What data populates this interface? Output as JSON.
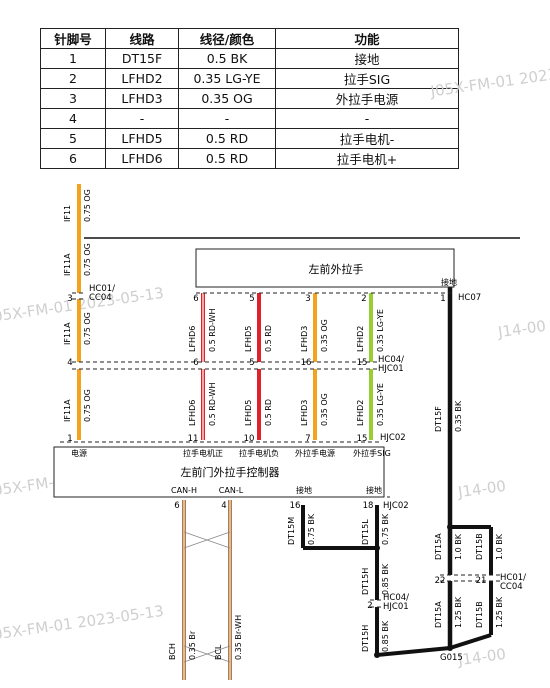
{
  "table": {
    "headers": [
      "针脚号",
      "线路",
      "线径/颜色",
      "功能"
    ],
    "rows": [
      [
        "1",
        "DT15F",
        "0.5 BK",
        "接地"
      ],
      [
        "2",
        "LFHD2",
        "0.35 LG-YE",
        "拉手SIG"
      ],
      [
        "3",
        "LFHD3",
        "0.35 OG",
        "外拉手电源"
      ],
      [
        "4",
        "-",
        "-",
        "-"
      ],
      [
        "5",
        "LFHD5",
        "0.5 RD",
        "拉手电机-"
      ],
      [
        "6",
        "LFHD6",
        "0.5 RD",
        "拉手电机+"
      ]
    ]
  },
  "diagram": {
    "components": {
      "handle": "左前外拉手",
      "controller": "左前门外拉手控制器"
    },
    "connectors": {
      "hc01_cc04": "HC01/\nCC04",
      "hc07": "HC07",
      "hc04_hjc01": "HC04/\nHJC01",
      "hjc02": "HJC02",
      "hjc02_b": "HJC02",
      "hc04_hjc01_b": "HC04/\nHJC01",
      "hc01_cc04_b": "HC01/\nCC04",
      "ground_point": "G015"
    },
    "pin_labels": {
      "handle_ground": "接地",
      "ctrl_power": "电源",
      "ctrl_motor_pos": "拉手电机正",
      "ctrl_motor_neg": "拉手电机负",
      "ctrl_handle_power": "外拉手电源",
      "ctrl_handle_sig": "外拉手SIG",
      "can_h": "CAN-H",
      "can_l": "CAN-L",
      "ctrl_ground1": "接地",
      "ctrl_ground2": "接地"
    },
    "wires": {
      "if11": [
        "IF11",
        "0.75 OG"
      ],
      "if11a_1": [
        "IF11A",
        "0.75 OG"
      ],
      "if11a_2": [
        "IF11A",
        "0.75 OG"
      ],
      "if11a_3": [
        "IF11A",
        "0.75 OG"
      ],
      "lfhd6_1": [
        "LFHD6",
        "0.5 RD-WH"
      ],
      "lfhd5_1": [
        "LFHD5",
        "0.5 RD"
      ],
      "lfhd3_1": [
        "LFHD3",
        "0.35 OG"
      ],
      "lfhd2_1": [
        "LFHD2",
        "0.35 LG-YE"
      ],
      "lfhd6_2": [
        "LFHD6",
        "0.5 RD-WH"
      ],
      "lfhd5_2": [
        "LFHD5",
        "0.5 RD"
      ],
      "lfhd3_2": [
        "LFHD3",
        "0.35 OG"
      ],
      "lfhd2_2": [
        "LFHD2",
        "0.35 LG-YE"
      ],
      "dt15f": [
        "DT15F",
        "0.35 BK"
      ],
      "dt15m": [
        "DT15M",
        "0.75 BK"
      ],
      "dt15l": [
        "DT15L",
        "0.75 BK"
      ],
      "dt15h_1": [
        "DT15H",
        "0.85 BK"
      ],
      "dt15h_2": [
        "DT15H",
        "0.85 BK"
      ],
      "dt15a_1": [
        "DT15A",
        "1.0 BK"
      ],
      "dt15b_1": [
        "DT15B",
        "1.0 BK"
      ],
      "dt15a_2": [
        "DT15A",
        "1.25 BK"
      ],
      "dt15b_2": [
        "DT15B",
        "1.25 BK"
      ],
      "bch": [
        "BCH",
        "0.35 Br"
      ],
      "bcl": [
        "BCL",
        "0.35 Br-WH"
      ]
    },
    "pins": {
      "p3": "3",
      "p6": "6",
      "p5": "5",
      "p3b": "3",
      "p2": "2",
      "p1": "1",
      "p4": "4",
      "p6b": "6",
      "p5b": "5",
      "p16": "16",
      "p15": "15",
      "p1c": "1",
      "p11": "11",
      "p10": "10",
      "p7": "7",
      "p15b": "15",
      "p6c": "6",
      "p4c": "4",
      "p16b": "16",
      "p18": "18",
      "p2c": "2",
      "p22": "22",
      "p21": "21"
    },
    "watermarks": [
      "J05X-FM-01 2023-05-13",
      "J05X-FM-01 2023-05-13",
      "J05X-FM-01 2023-05-13",
      "J05X-FM-01 2023-05",
      "J14-00",
      "J14-00",
      "J14-00"
    ],
    "colors": {
      "orange": "#f5a21e",
      "red": "#e0202a",
      "green": "#9acd32",
      "black": "#111111",
      "brown": "#b47a45"
    }
  }
}
